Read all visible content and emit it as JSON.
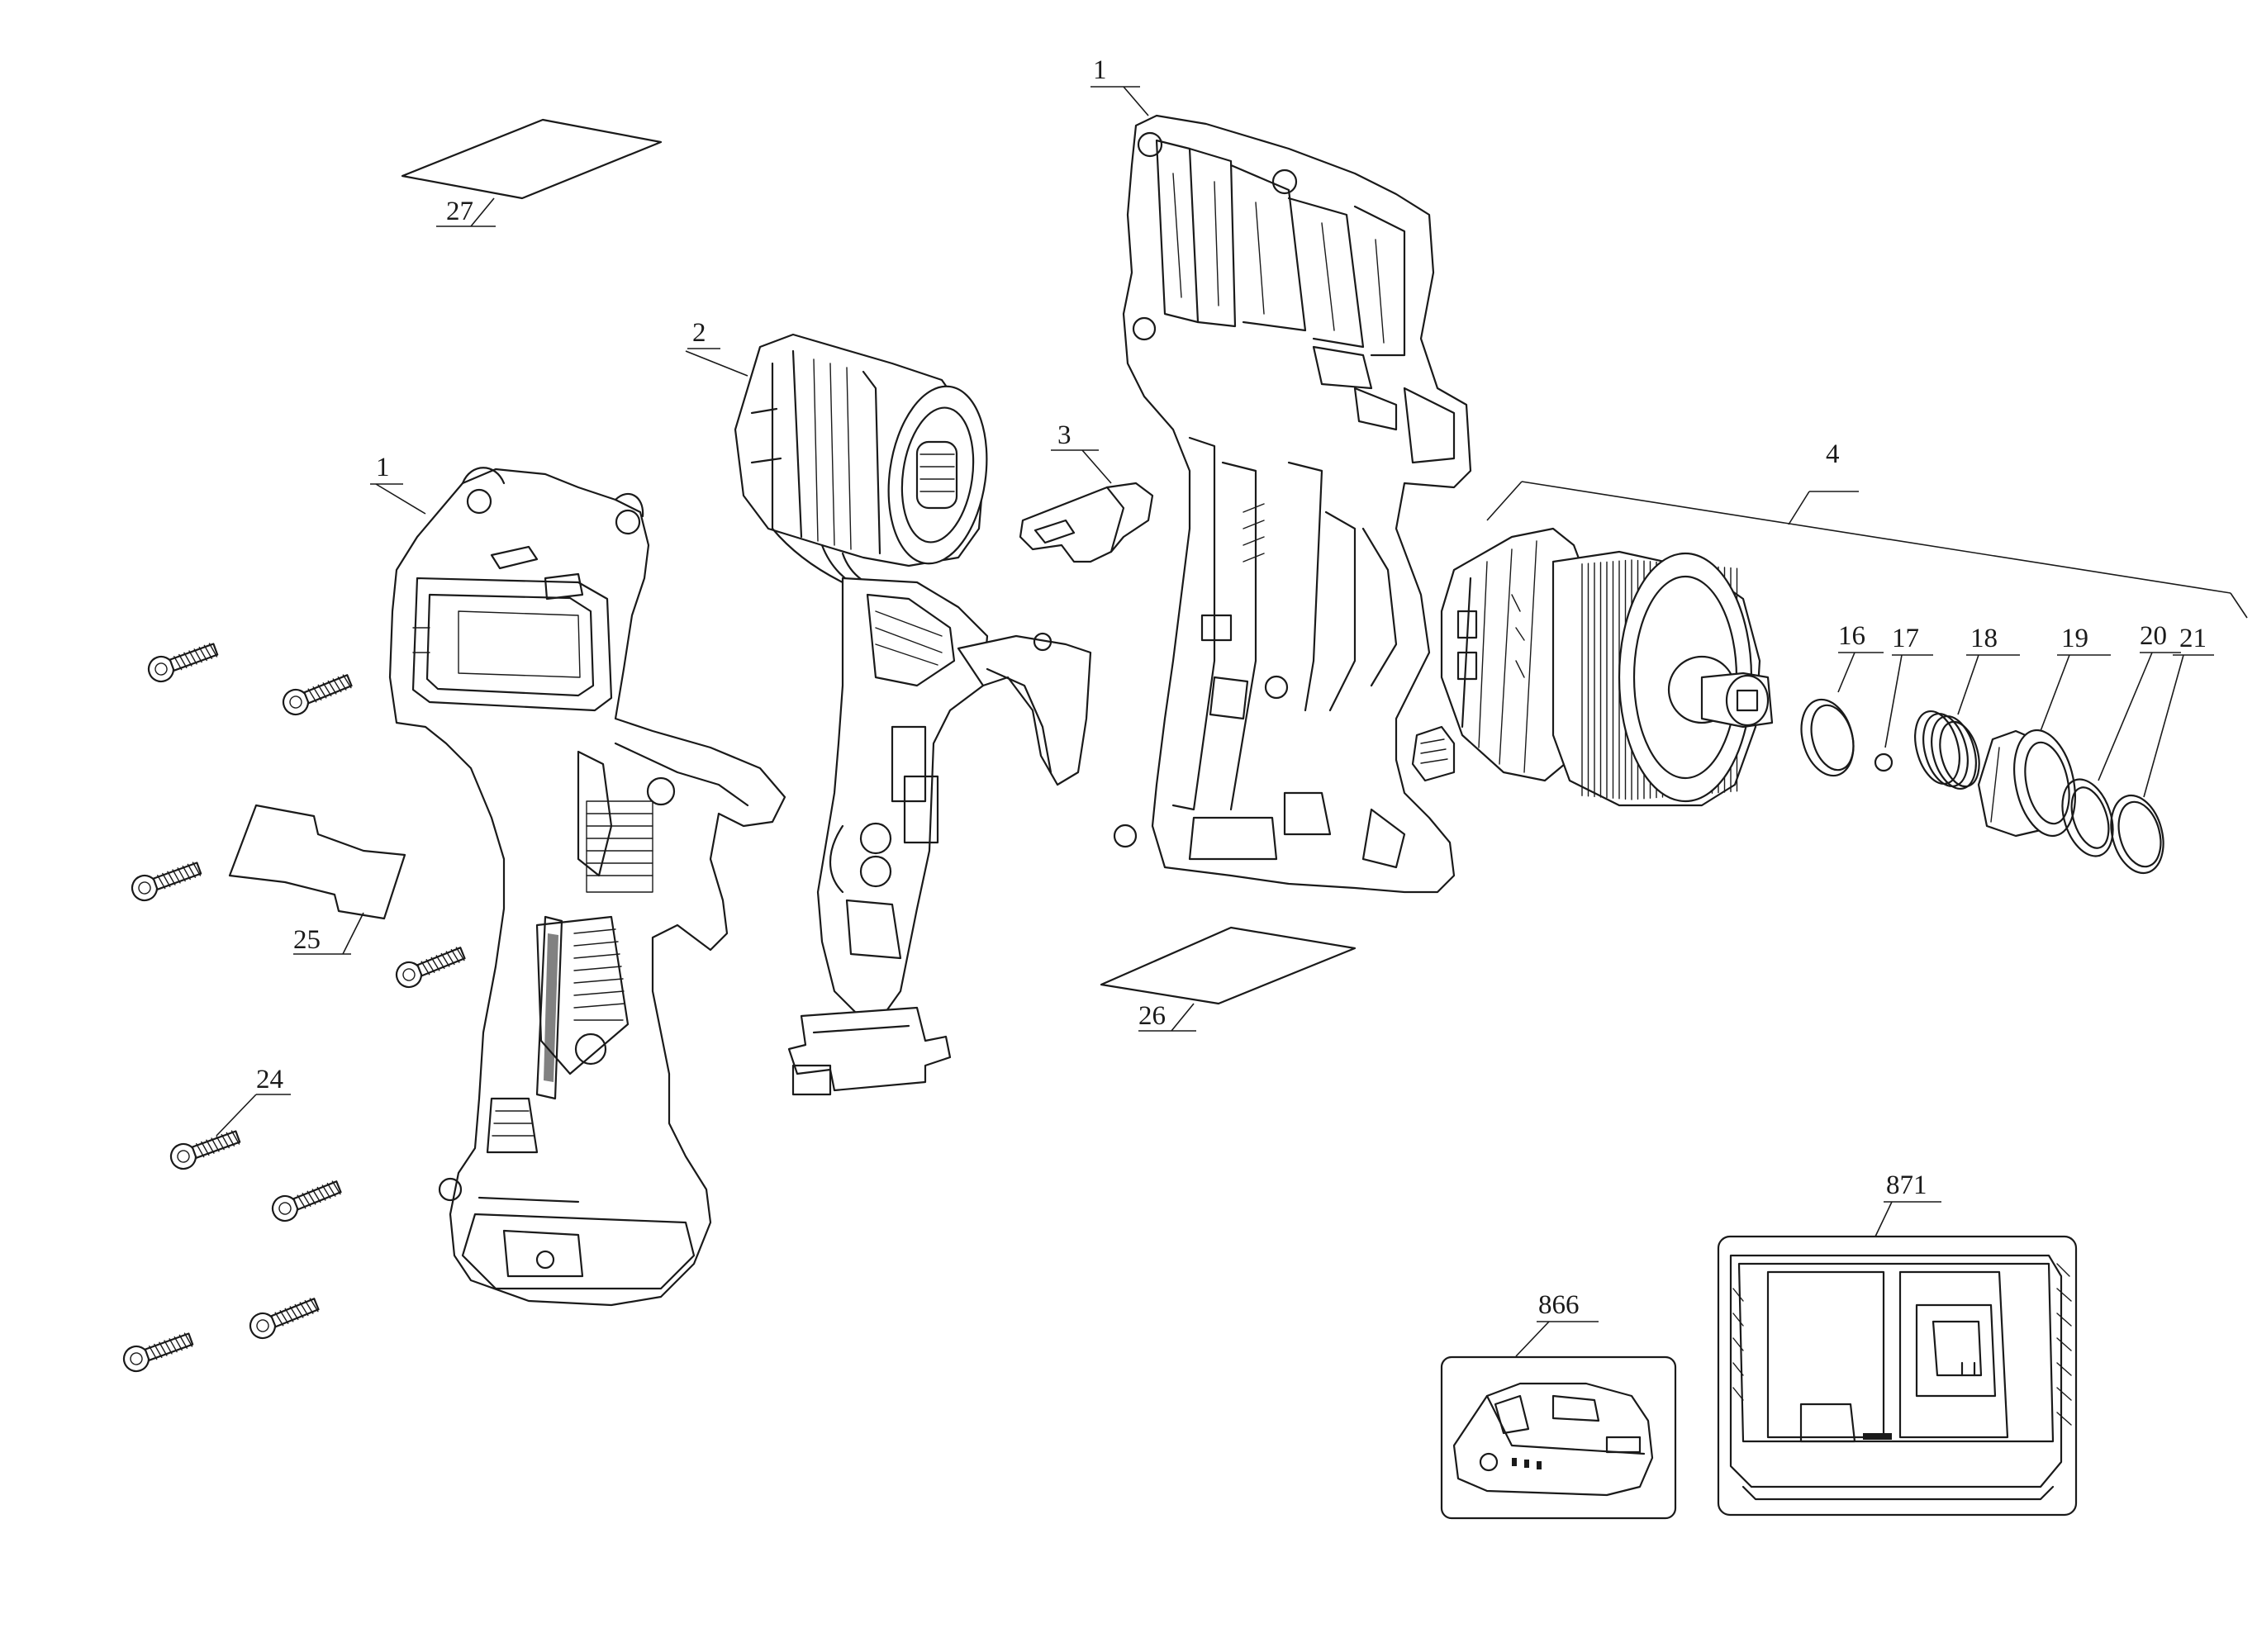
{
  "callouts": [
    {
      "id": "1-right",
      "label": "1"
    },
    {
      "id": "2",
      "label": "2"
    },
    {
      "id": "27",
      "label": "27"
    },
    {
      "id": "1-left",
      "label": "1"
    },
    {
      "id": "3",
      "label": "3"
    },
    {
      "id": "4",
      "label": "4"
    },
    {
      "id": "16",
      "label": "16"
    },
    {
      "id": "17",
      "label": "17"
    },
    {
      "id": "18",
      "label": "18"
    },
    {
      "id": "19",
      "label": "19"
    },
    {
      "id": "20",
      "label": "20"
    },
    {
      "id": "21",
      "label": "21"
    },
    {
      "id": "25",
      "label": "25"
    },
    {
      "id": "26",
      "label": "26"
    },
    {
      "id": "24",
      "label": "24"
    },
    {
      "id": "866",
      "label": "866"
    },
    {
      "id": "871",
      "label": "871"
    }
  ],
  "colors": {
    "line": "#1a1a1a",
    "background": "#ffffff"
  }
}
